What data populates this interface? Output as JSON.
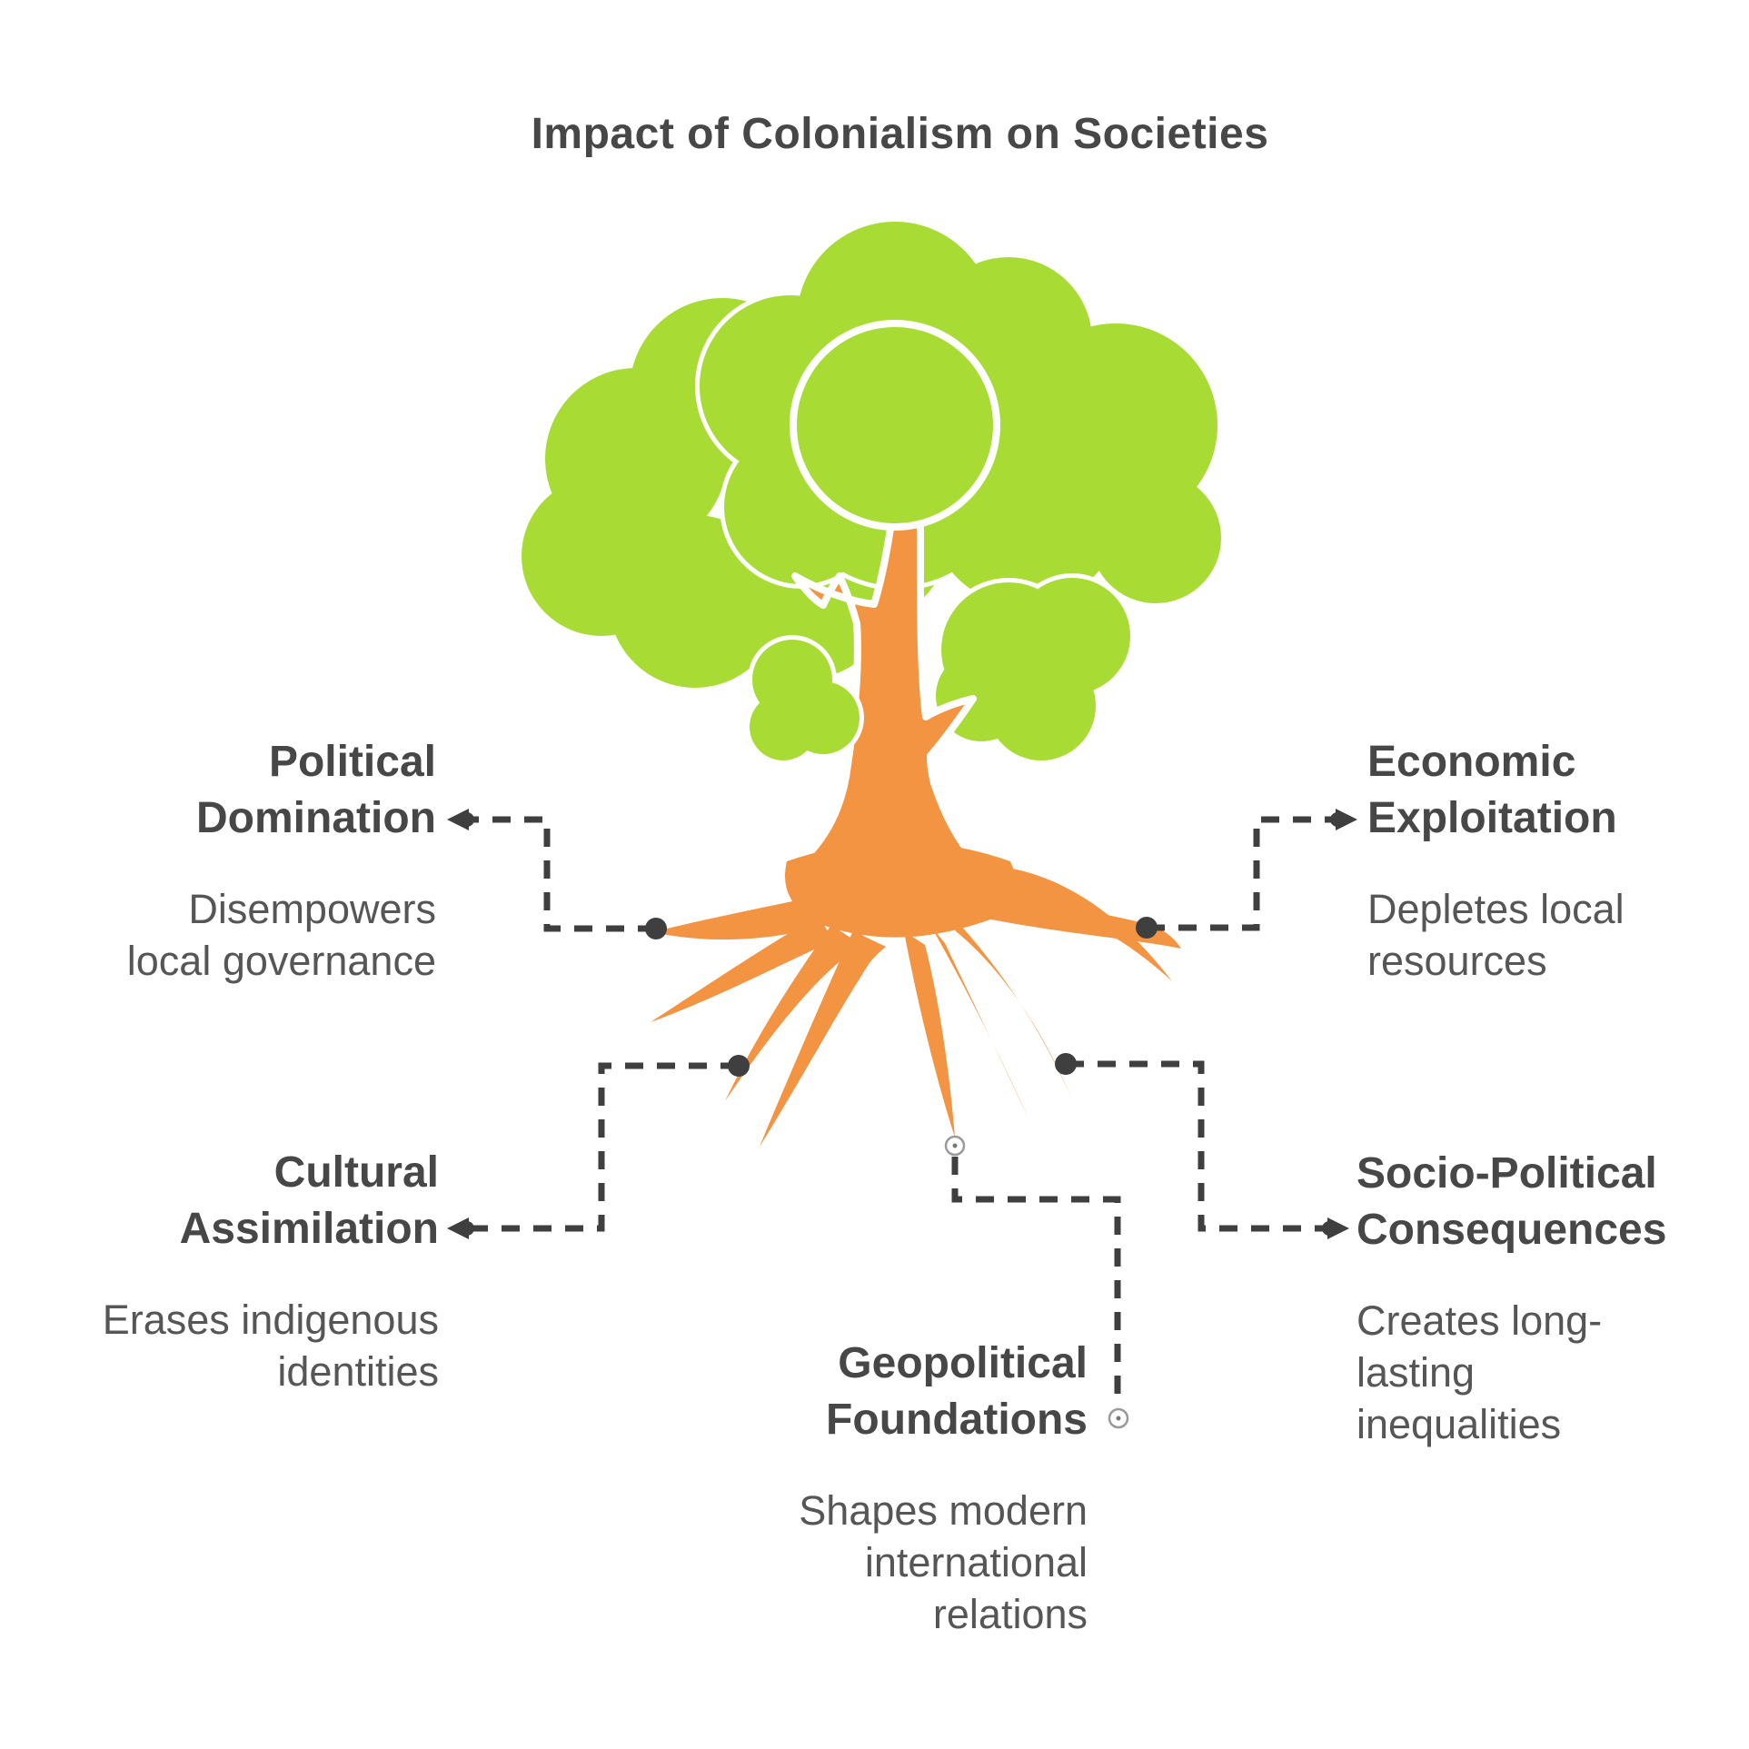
{
  "title": "Impact of Colonialism on Societies",
  "illustration": "tree-with-roots",
  "colors": {
    "canopy": "#A8DC35",
    "trunk": "#F29441",
    "line": "#3F3F3F",
    "heading": "#474747",
    "body": "#565656",
    "bg": "#FFFFFF"
  },
  "callouts": {
    "political": {
      "heading": [
        "Political",
        "Domination"
      ],
      "body": [
        "Disempowers",
        "local governance"
      ]
    },
    "economic": {
      "heading": [
        "Economic",
        "Exploitation"
      ],
      "body": [
        "Depletes local",
        "resources"
      ]
    },
    "cultural": {
      "heading": [
        "Cultural",
        "Assimilation"
      ],
      "body": [
        "Erases indigenous",
        "identities"
      ]
    },
    "socio": {
      "heading": [
        "Socio-Political",
        "Consequences"
      ],
      "body": [
        "Creates long-",
        "lasting",
        "inequalities"
      ]
    },
    "geo": {
      "heading": [
        "Geopolitical",
        "Foundations"
      ],
      "body": [
        "Shapes modern",
        "international",
        "relations"
      ]
    }
  }
}
